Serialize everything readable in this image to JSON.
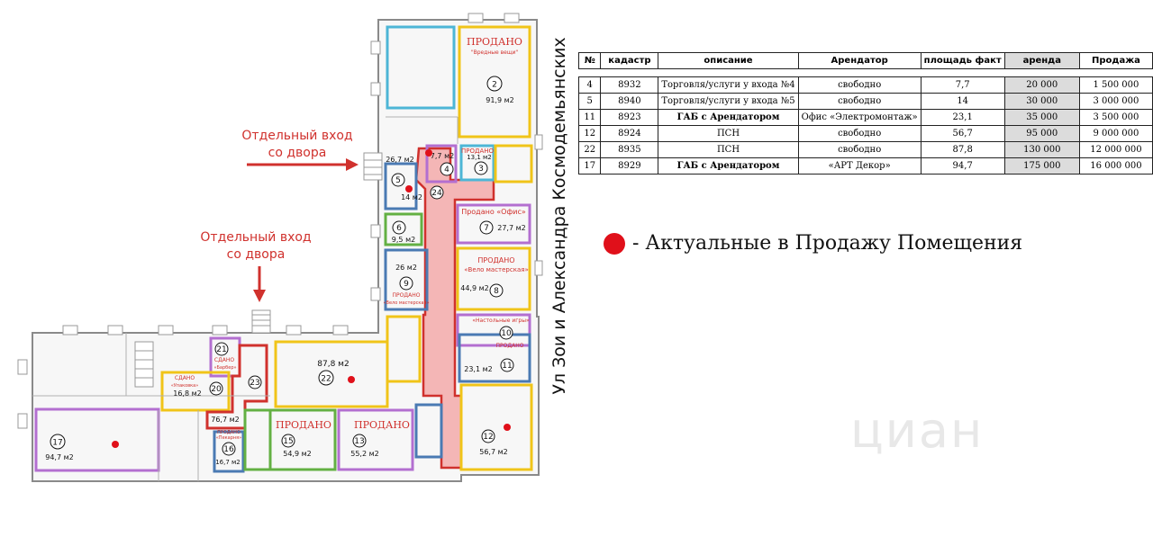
{
  "annotations": {
    "entrance_1": [
      "Отдельный вход",
      "со двора"
    ],
    "entrance_2": [
      "Отдельный вход",
      "со двора"
    ]
  },
  "street": "Ул Зои и Александра Космодемьянских",
  "legend": {
    "text": "- Актуальные в Продажу Помещения",
    "color": "#e0101a"
  },
  "table": {
    "headers": [
      "№",
      "кадастр",
      "описание",
      "Арендатор",
      "площадь факт",
      "аренда",
      "Продажа"
    ],
    "rows": [
      [
        "4",
        "8932",
        "Торговля/услуги у входа №4",
        "свободно",
        "7,7",
        "20 000",
        "1 500 000"
      ],
      [
        "5",
        "8940",
        "Торговля/услуги у входа №5",
        "свободно",
        "14",
        "30 000",
        "3 000 000"
      ],
      [
        "11",
        "8923",
        "ГАБ с Арендатором",
        "Офис «Электромонтаж»",
        "23,1",
        "35 000",
        "3 500 000"
      ],
      [
        "12",
        "8924",
        "ПСН",
        "свободно",
        "56,7",
        "95 000",
        "9 000 000"
      ],
      [
        "22",
        "8935",
        "ПСН",
        "свободно",
        "87,8",
        "130 000",
        "12 000 000"
      ],
      [
        "17",
        "8929",
        "ГАБ с Арендатором",
        "«АРТ Декор»",
        "94,7",
        "175 000",
        "16 000 000"
      ]
    ]
  },
  "watermark": "циан",
  "rooms": {
    "r2": {
      "num": "2",
      "area": "91,9 м2",
      "status": "ПРОДАНО",
      "tenant": "\"Вредные вещи\""
    },
    "r3": {
      "num": "3",
      "area": "13,1 м2",
      "status": "ПРОДАНО"
    },
    "r4": {
      "num": "4",
      "area": "7,7 м2"
    },
    "r5": {
      "num": "5",
      "area": "14 м2"
    },
    "r6": {
      "num": "6",
      "area": "9,5 м2"
    },
    "r7": {
      "num": "7",
      "area": "27,7 м2",
      "status": "Продано «Офис»"
    },
    "r8": {
      "num": "8",
      "area": "44,9 м2",
      "status": "ПРОДАНО",
      "tenant": "«Вело мастерская»"
    },
    "r9": {
      "num": "9",
      "area": "26 м2",
      "status": "ПРОДАНО",
      "tenant": "«Вело мастерская»"
    },
    "r10": {
      "num": "10",
      "status": "ПРОДАНО",
      "tenant": "«Настольные игры»"
    },
    "r11": {
      "num": "11",
      "area": "23,1 м2"
    },
    "r12": {
      "num": "12",
      "area": "56,7 м2"
    },
    "r13": {
      "num": "13",
      "area": "55,2 м2",
      "status": "ПРОДАНО"
    },
    "r15": {
      "num": "15",
      "area": "54,9 м2",
      "status": "ПРОДАНО"
    },
    "r16": {
      "num": "16",
      "area": "16,7 м2",
      "status": "ПРОДАНО",
      "tenant": "«Пекарня»"
    },
    "r17": {
      "num": "17",
      "area": "94,7 м2"
    },
    "r20": {
      "num": "20",
      "area": "16,8 м2",
      "status": "СДАНО",
      "tenant": "«Упаковка»"
    },
    "r21": {
      "num": "21",
      "status": "СДАНО",
      "tenant": "«Барбер»"
    },
    "r22": {
      "num": "22",
      "area": "87,8 м2"
    },
    "r23": {
      "num": "23",
      "area": "76,7 м2"
    },
    "r24": {
      "num": "24",
      "area": "26,7 м2"
    }
  },
  "colors": {
    "available_dot": "#e0101a",
    "sold_label": "#d0312d",
    "corridor": "#f4b6b6"
  }
}
